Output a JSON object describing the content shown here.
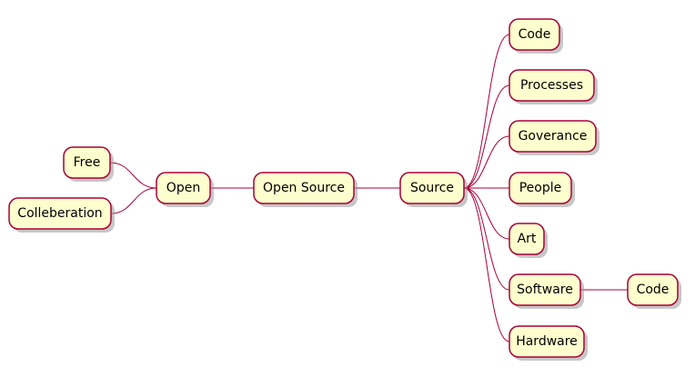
{
  "colors": {
    "node_fill": "#fefece",
    "node_border": "#a80036",
    "edge": "#a80036",
    "text": "#000000",
    "background": "#ffffff"
  },
  "mindmap": {
    "nodes": [
      {
        "id": "open-source",
        "label": "Open Source"
      },
      {
        "id": "open",
        "label": "Open"
      },
      {
        "id": "free",
        "label": "Free"
      },
      {
        "id": "colleberation",
        "label": "Colleberation"
      },
      {
        "id": "source",
        "label": "Source"
      },
      {
        "id": "code",
        "label": "Code"
      },
      {
        "id": "processes",
        "label": "Processes"
      },
      {
        "id": "goverance",
        "label": "Goverance"
      },
      {
        "id": "people",
        "label": "People"
      },
      {
        "id": "art",
        "label": "Art"
      },
      {
        "id": "software",
        "label": "Software"
      },
      {
        "id": "software-code",
        "label": "Code"
      },
      {
        "id": "hardware",
        "label": "Hardware"
      }
    ],
    "edges": [
      {
        "from": "open-source",
        "to": "open"
      },
      {
        "from": "open",
        "to": "free"
      },
      {
        "from": "open",
        "to": "colleberation"
      },
      {
        "from": "open-source",
        "to": "source"
      },
      {
        "from": "source",
        "to": "code"
      },
      {
        "from": "source",
        "to": "processes"
      },
      {
        "from": "source",
        "to": "goverance"
      },
      {
        "from": "source",
        "to": "people"
      },
      {
        "from": "source",
        "to": "art"
      },
      {
        "from": "source",
        "to": "software"
      },
      {
        "from": "software",
        "to": "software-code"
      },
      {
        "from": "source",
        "to": "hardware"
      }
    ]
  }
}
